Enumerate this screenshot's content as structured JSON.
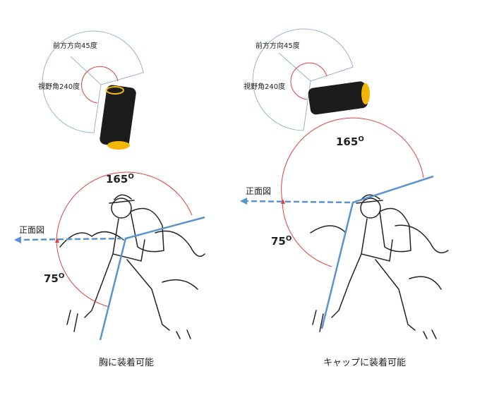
{
  "panels": [
    {
      "forward_label": "前方方向45度",
      "fov_label": "視野角240度",
      "angle_top": "165",
      "angle_bottom": "75",
      "degree_symbol": "O",
      "front_label": "正面図",
      "caption": "胸に装着可能"
    },
    {
      "forward_label": "前方方向45度",
      "fov_label": "視野角240度",
      "angle_top": "165",
      "angle_bottom": "75",
      "degree_symbol": "O",
      "front_label": "正面図",
      "caption": "キャップに装着可能"
    }
  ],
  "colors": {
    "fan": "#9bb3cc",
    "arc": "#e04040",
    "line": "#5b93cc",
    "device": "#1c1c1c",
    "accent": "#f2b705"
  }
}
